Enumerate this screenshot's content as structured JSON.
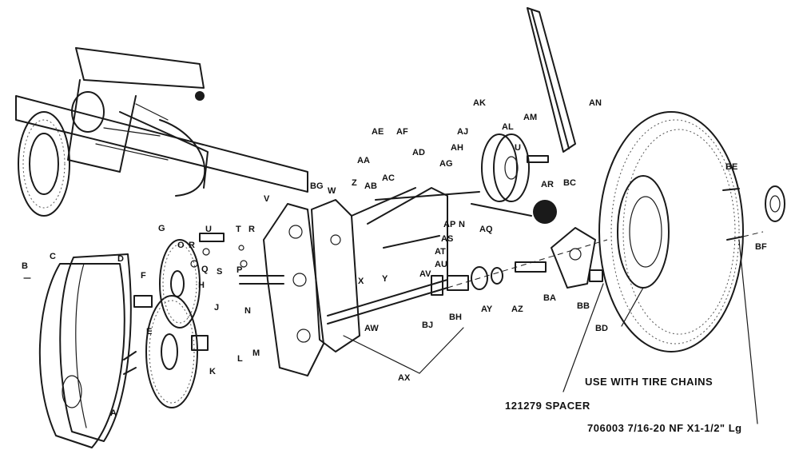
{
  "labels": {
    "A": "A",
    "B": "B",
    "C": "C",
    "D": "D",
    "E": "E",
    "F": "F",
    "G": "G",
    "H": "H",
    "J": "J",
    "K": "K",
    "L": "L",
    "M": "M",
    "N": "N",
    "O": "O",
    "P": "P",
    "Q": "Q",
    "R": "R",
    "S": "S",
    "T": "T",
    "U": "U",
    "V": "V",
    "W": "W",
    "X": "X",
    "Y": "Y",
    "Z": "Z",
    "AA": "AA",
    "AB": "AB",
    "AC": "AC",
    "AD": "AD",
    "AE": "AE",
    "AF": "AF",
    "AG": "AG",
    "AH": "AH",
    "AJ": "AJ",
    "AK": "AK",
    "AL": "AL",
    "AM": "AM",
    "AN": "AN",
    "AP": "AP",
    "AQ": "AQ",
    "AR": "AR",
    "AS": "AS",
    "AT": "AT",
    "AU": "AU",
    "AV": "AV",
    "AW": "AW",
    "AX": "AX",
    "AY": "AY",
    "AZ": "AZ",
    "BA": "BA",
    "BB": "BB",
    "BC": "BC",
    "BD": "BD",
    "BE": "BE",
    "BF": "BF",
    "BG": "BG",
    "BH": "BH",
    "BJ": "BJ"
  },
  "notes": {
    "tire_chains": "USE WITH TIRE CHAINS",
    "spacer": "121279 SPACER",
    "bolt": "706003 7/16-20 NF X1-1/2\" Lg"
  }
}
